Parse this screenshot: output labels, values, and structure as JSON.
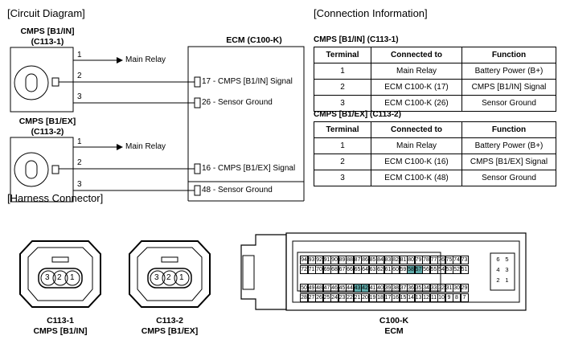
{
  "sections": {
    "circuit": "[Circuit Diagram]",
    "connection": "[Connection Information]",
    "harness": "[Harness Connector]"
  },
  "circuit": {
    "sensor1_title": "CMPS [B1/IN]",
    "sensor1_conn": "(C113-1)",
    "sensor2_title": "CMPS [B1/EX]",
    "sensor2_conn": "(C113-2)",
    "ecm_title": "ECM (C100-K)",
    "s1_pins": [
      "1",
      "2",
      "3"
    ],
    "s2_pins": [
      "1",
      "2",
      "3"
    ],
    "s1_relay": "Main Relay",
    "s2_relay": "Main Relay",
    "s1_ecm_pins": [
      "17",
      "26"
    ],
    "s1_ecm_labels": [
      "- CMPS [B1/IN] Signal",
      "- Sensor Ground"
    ],
    "s2_ecm_pins": [
      "16",
      "48"
    ],
    "s2_ecm_labels": [
      "- CMPS [B1/EX] Signal",
      "- Sensor Ground"
    ]
  },
  "tables": [
    {
      "title": "CMPS [B1/IN] (C113-1)",
      "headers": [
        "Terminal",
        "Connected to",
        "Function"
      ],
      "rows": [
        [
          "1",
          "Main Relay",
          "Battery Power (B+)"
        ],
        [
          "2",
          "ECM C100-K (17)",
          "CMPS [B1/IN] Signal"
        ],
        [
          "3",
          "ECM C100-K (26)",
          "Sensor Ground"
        ]
      ]
    },
    {
      "title": "CMPS [B1/EX] (C113-2)",
      "headers": [
        "Terminal",
        "Connected to",
        "Function"
      ],
      "rows": [
        [
          "1",
          "Main Relay",
          "Battery Power (B+)"
        ],
        [
          "2",
          "ECM C100-K (16)",
          "CMPS [B1/EX] Signal"
        ],
        [
          "3",
          "ECM C100-K (48)",
          "Sensor Ground"
        ]
      ]
    }
  ],
  "harness": {
    "conn1_pins": [
      "3",
      "2",
      "1"
    ],
    "conn2_pins": [
      "3",
      "2",
      "1"
    ],
    "conn1_code": "C113-1",
    "conn1_name": "CMPS [B1/IN]",
    "conn2_code": "C113-2",
    "conn2_name": "CMPS [B1/EX]",
    "ecm_code": "C100-K",
    "ecm_name": "ECM",
    "ecm_row1": [
      "94",
      "93",
      "92",
      "91",
      "90",
      "89",
      "88",
      "87",
      "86",
      "85",
      "84",
      "83",
      "82",
      "81",
      "80",
      "79",
      "78",
      "77",
      "76",
      "75",
      "74",
      "73"
    ],
    "ecm_row2": [
      "72",
      "71",
      "70",
      "69",
      "68",
      "67",
      "66",
      "65",
      "64",
      "63",
      "62",
      "61",
      "60",
      "59",
      "58",
      "57",
      "56",
      "55",
      "54",
      "53",
      "52",
      "51"
    ],
    "ecm_row3": [
      "50",
      "49",
      "48",
      "47",
      "46",
      "45",
      "44",
      "43",
      "42",
      "41",
      "40",
      "39",
      "38",
      "37",
      "36",
      "35",
      "34",
      "33",
      "32",
      "31",
      "30",
      "29"
    ],
    "ecm_row4": [
      "28",
      "27",
      "26",
      "25",
      "24",
      "23",
      "22",
      "21",
      "20",
      "19",
      "18",
      "17",
      "16",
      "15",
      "14",
      "13",
      "12",
      "11",
      "10",
      "9",
      "8",
      "7"
    ],
    "ecm_side": [
      [
        "6",
        "5"
      ],
      [
        "4",
        "3"
      ],
      [
        "2",
        "1"
      ]
    ],
    "highlighted_pins": [
      "58",
      "57",
      "43",
      "42"
    ],
    "highlight_color": "#5fa9a9"
  }
}
